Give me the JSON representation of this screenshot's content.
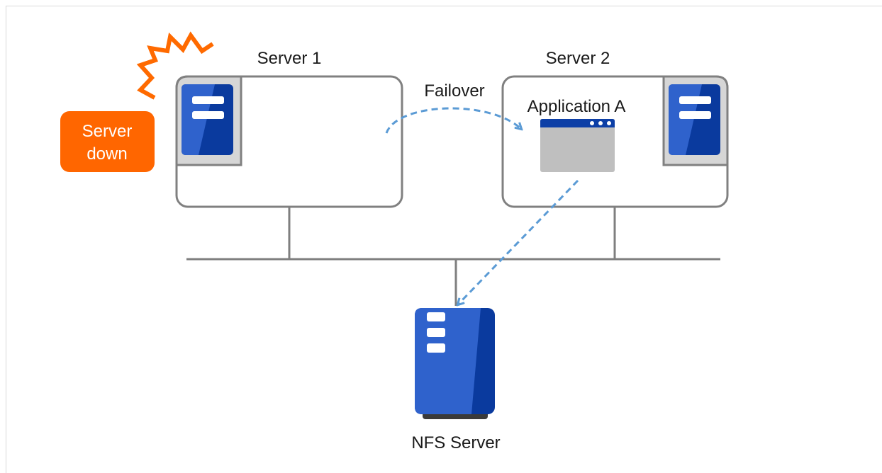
{
  "labels": {
    "server1": "Server 1",
    "server2": "Server 2",
    "failover": "Failover",
    "application": "Application A",
    "badge_line1": "Server",
    "badge_line2": "down",
    "nfs": "NFS Server"
  },
  "colors": {
    "server_blue": "#2f62cc",
    "server_dark_blue": "#0a3a9e",
    "badge_orange": "#ff6600",
    "lightning_orange": "#ff6a00",
    "arrow_blue": "#5b9bd5",
    "line_gray": "#7f7f7f",
    "window_gray": "#bfbfbf",
    "window_bar": "#0d3fa6"
  },
  "icons": [
    "lightning-icon",
    "server-icon",
    "application-window-icon",
    "nfs-server-icon"
  ]
}
